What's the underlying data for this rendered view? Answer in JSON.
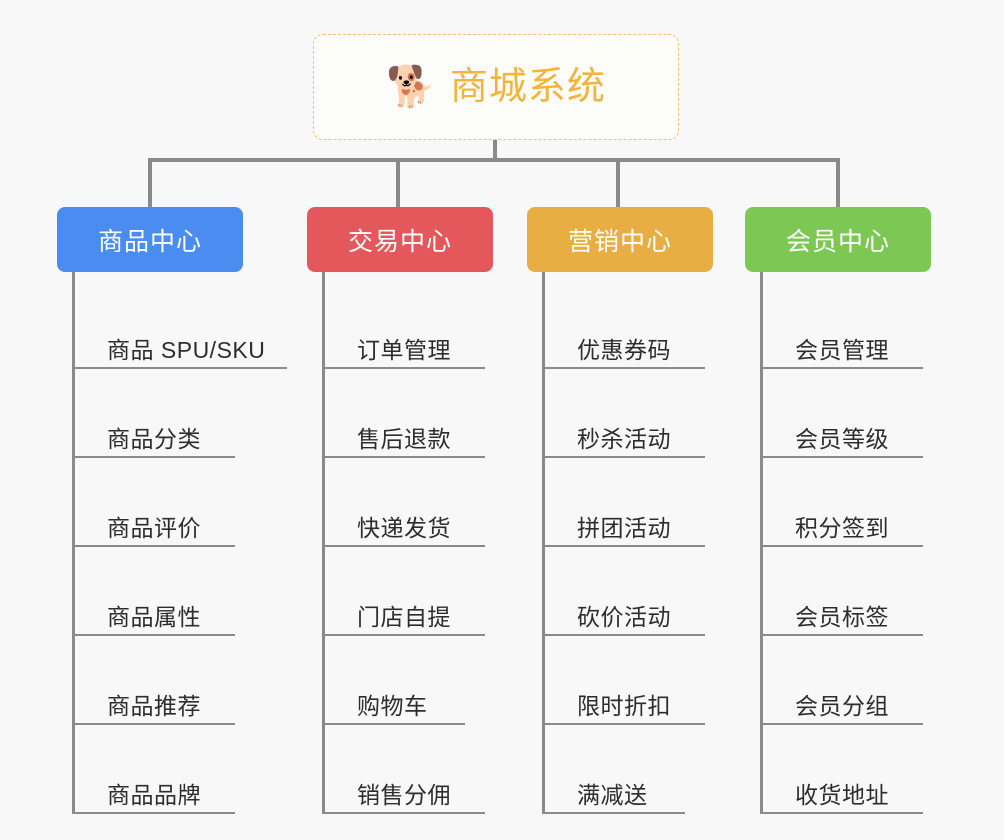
{
  "root": {
    "icon": "shiba-dog-face-emoji",
    "emoji": "🐕",
    "title": "商城系统",
    "accent_color": "#f2b43c",
    "border_color": "#f0c36a"
  },
  "canvas": {
    "background_color": "#f8f8f8",
    "connector_color": "#8a8a8a"
  },
  "branches": [
    {
      "label": "商品中心",
      "color": "#4a8cf0",
      "items": [
        "商品 SPU/SKU",
        "商品分类",
        "商品评价",
        "商品属性",
        "商品推荐",
        "商品品牌"
      ]
    },
    {
      "label": "交易中心",
      "color": "#e4585b",
      "items": [
        "订单管理",
        "售后退款",
        "快递发货",
        "门店自提",
        "购物车",
        "销售分佣"
      ]
    },
    {
      "label": "营销中心",
      "color": "#e8ad43",
      "items": [
        "优惠券码",
        "秒杀活动",
        "拼团活动",
        "砍价活动",
        "限时折扣",
        "满减送"
      ]
    },
    {
      "label": "会员中心",
      "color": "#7dc855",
      "items": [
        "会员管理",
        "会员等级",
        "积分签到",
        "会员标签",
        "会员分组",
        "收货地址"
      ]
    }
  ]
}
